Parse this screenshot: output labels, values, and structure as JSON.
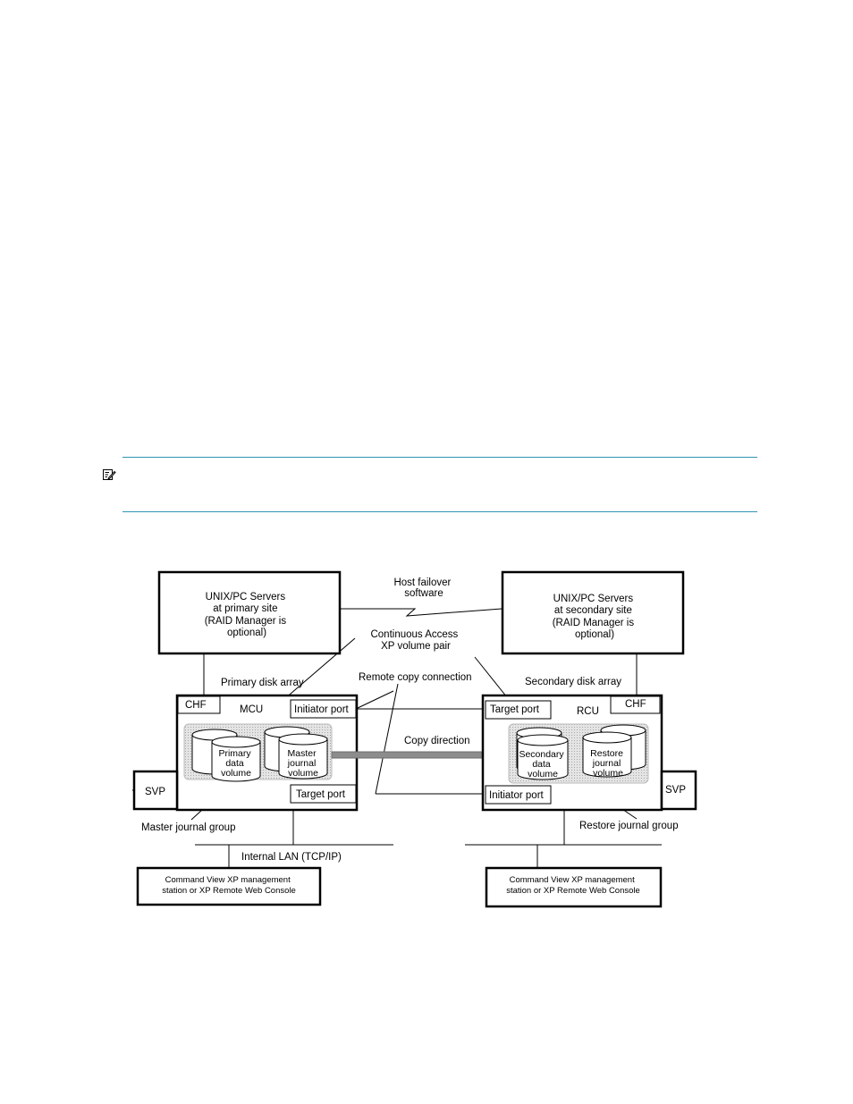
{
  "servers": {
    "primary": [
      "UNIX/PC Servers",
      "at primary site",
      "(RAID Manager is",
      "optional)"
    ],
    "secondary": [
      "UNIX/PC Servers",
      "at secondary site",
      "(RAID Manager is",
      "optional)"
    ]
  },
  "labels": {
    "host_failover": [
      "Host failover",
      "software"
    ],
    "ca_pair": [
      "Continuous Access",
      "XP volume pair"
    ],
    "primary_disk_array": "Primary disk array",
    "secondary_disk_array": "Secondary disk array",
    "remote_copy_connection": "Remote copy connection",
    "copy_direction": "Copy direction",
    "master_journal_group": "Master journal group",
    "restore_journal_group": "Restore journal group",
    "internal_lan": "Internal LAN (TCP/IP)"
  },
  "mcu": {
    "chf": "CHF",
    "name": "MCU",
    "initiator_port": "Initiator port",
    "target_port": "Target port",
    "primary_volume": [
      "Primary",
      "data",
      "volume"
    ],
    "master_journal_volume": [
      "Master",
      "journal",
      "volume"
    ]
  },
  "rcu": {
    "chf": "CHF",
    "name": "RCU",
    "target_port": "Target port",
    "initiator_port": "Initiator port",
    "secondary_volume": [
      "Secondary",
      "data",
      "volume"
    ],
    "restore_journal_volume": [
      "Restore",
      "journal",
      "volume"
    ]
  },
  "svp": {
    "left": "SVP",
    "right": "SVP"
  },
  "consoles": {
    "left": [
      "Command View XP management",
      "station or XP Remote Web Console"
    ],
    "right": [
      "Command View XP management",
      "station or XP Remote Web Console"
    ]
  },
  "colors": {
    "rule": "#2f96b4",
    "arrow": "#8c8c8c",
    "journal_group_fill": "#d4d4d4"
  },
  "icons": {
    "note": "note-icon"
  }
}
